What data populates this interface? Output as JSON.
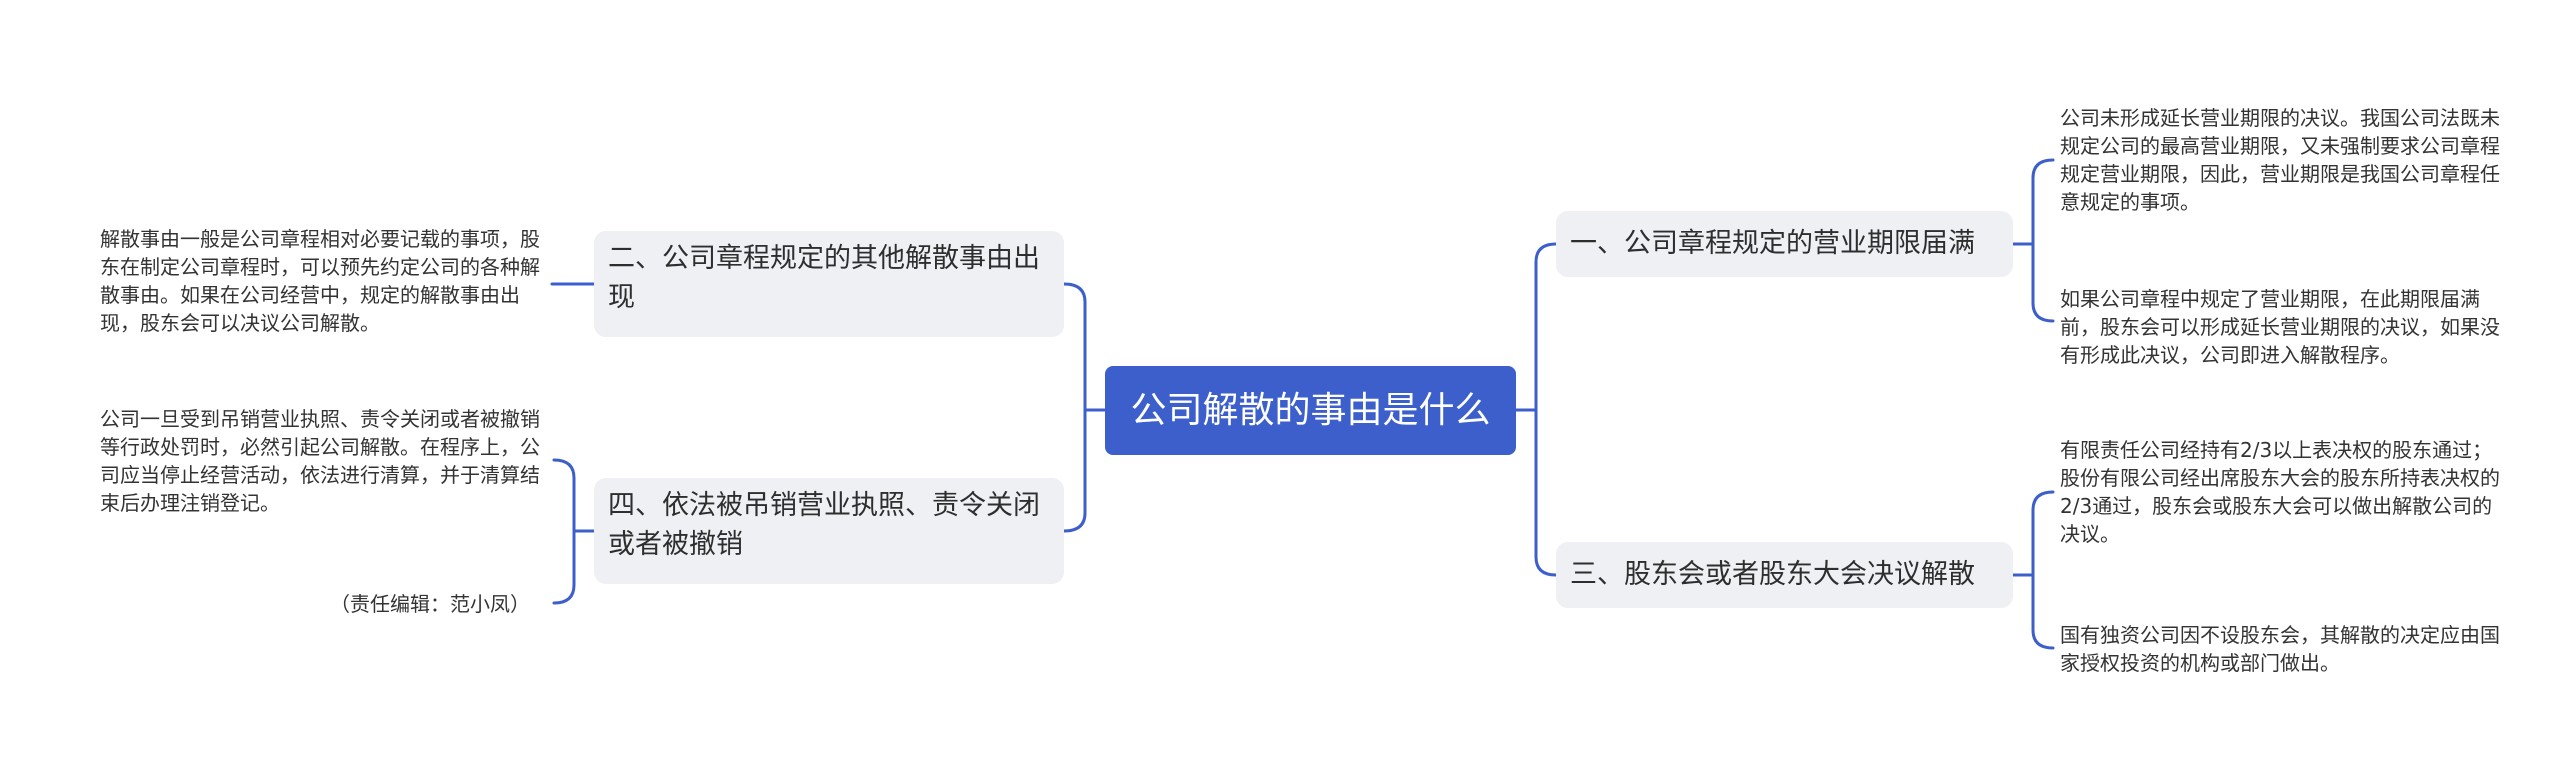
{
  "root": {
    "title": "公司解散的事由是什么"
  },
  "branches": [
    {
      "label": "一、公司章程规定的营业期限届满",
      "leaves": [
        "公司未形成延长营业期限的决议。我国公司法既未规定公司的最高营业期限，又未强制要求公司章程规定营业期限，因此，营业期限是我国公司章程任意规定的事项。",
        "如果公司章程中规定了营业期限，在此期限届满前，股东会可以形成延长营业期限的决议，如果没有形成此决议，公司即进入解散程序。"
      ]
    },
    {
      "label": "二、公司章程规定的其他解散事由出现",
      "leaves": [
        "解散事由一般是公司章程相对必要记载的事项，股东在制定公司章程时，可以预先约定公司的各种解散事由。如果在公司经营中，规定的解散事由出现，股东会可以决议公司解散。"
      ]
    },
    {
      "label": "三、股东会或者股东大会决议解散",
      "leaves": [
        "有限责任公司经持有2/3以上表决权的股东通过；股份有限公司经出席股东大会的股东所持表决权的2/3通过，股东会或股东大会可以做出解散公司的决议。",
        "国有独资公司因不设股东会，其解散的决定应由国家授权投资的机构或部门做出。"
      ]
    },
    {
      "label": "四、依法被吊销营业执照、责令关闭或者被撤销",
      "leaves": [
        "公司一旦受到吊销营业执照、责令关闭或者被撤销等行政处罚时，必然引起公司解散。在程序上，公司应当停止经营活动，依法进行清算，并于清算结束后办理注销登记。",
        "（责任编辑：范小凤）"
      ]
    }
  ],
  "colors": {
    "root_fill": "#3c5fcc",
    "branch_fill": "#eef0f4",
    "connector": "#3c5fcc"
  }
}
